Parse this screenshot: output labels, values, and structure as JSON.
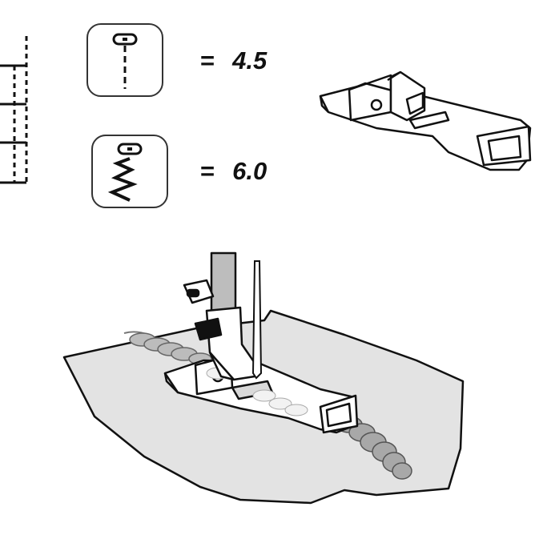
{
  "settings": [
    {
      "stitch_icon": "straight-stitch-icon",
      "equals": "=",
      "value": "4.5"
    },
    {
      "stitch_icon": "zigzag-stitch-icon",
      "equals": "=",
      "value": "6.0"
    }
  ],
  "colors": {
    "line": "#111111",
    "fabric": "#e3e3e3",
    "sequin": "#a8a8a8",
    "shaft": "#bdbdbd"
  },
  "illustrations": [
    "presser-foot-illustration",
    "sewing-sequins-illustration"
  ]
}
